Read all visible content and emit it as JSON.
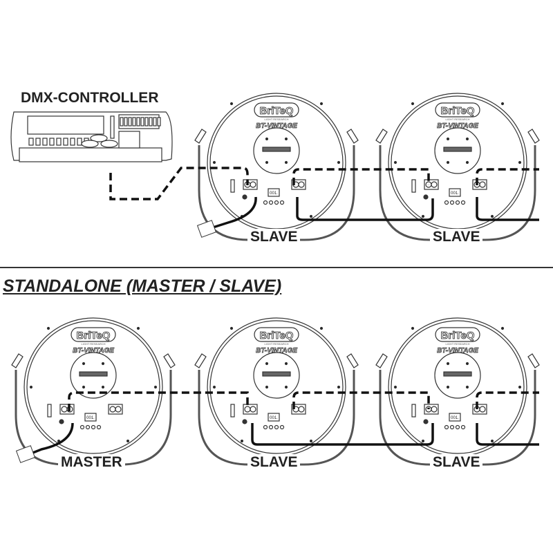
{
  "controller": {
    "label": "DMX-CONTROLLER"
  },
  "section": {
    "title": "STANDALONE (MASTER / SLAVE)"
  },
  "fixture": {
    "brand": "BriTeQ",
    "brand_sub": "LIGHT RESEARCH",
    "model": "BT-VINTAGE",
    "display": "001."
  },
  "top_row": {
    "labels": [
      "SLAVE",
      "SLAVE"
    ]
  },
  "bottom_row": {
    "labels": [
      "MASTER",
      "SLAVE",
      "SLAVE"
    ]
  }
}
